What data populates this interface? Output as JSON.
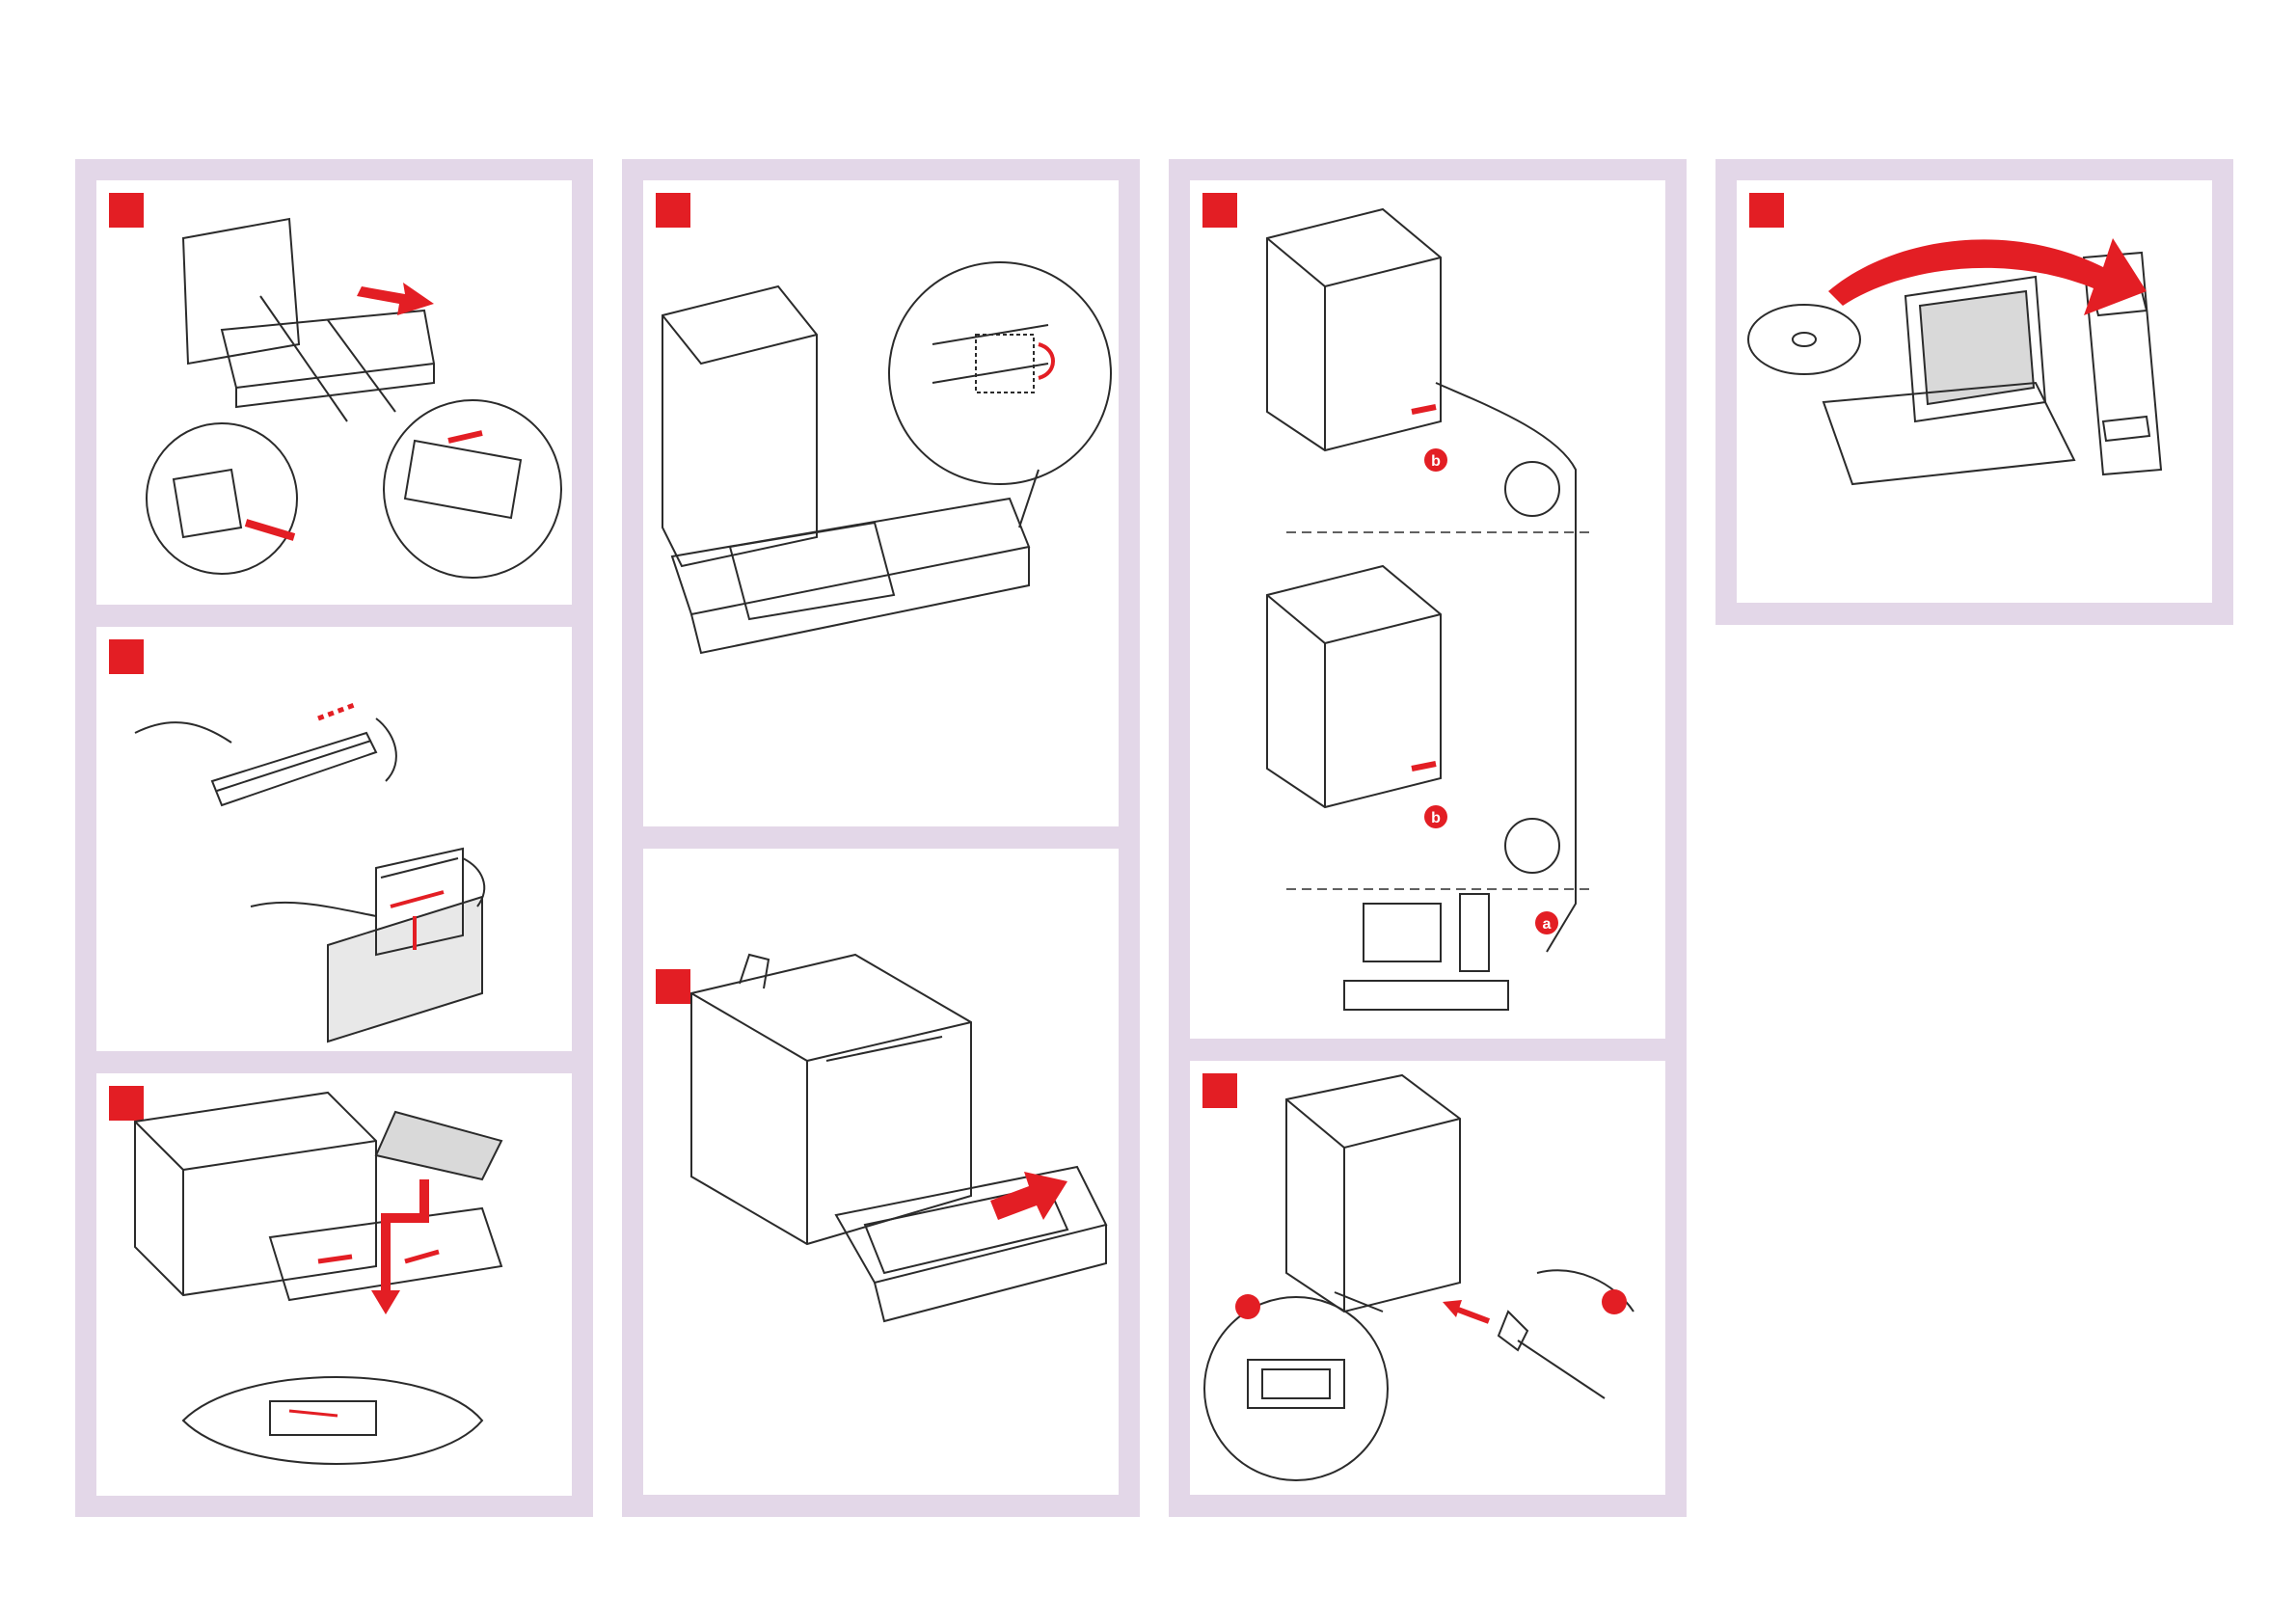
{
  "document": {
    "type": "printer setup quick guide (wordless illustrations)",
    "accent_color": "#e31e24",
    "frame_color": "#e3d7e8",
    "line_color": "#2b2b2b"
  },
  "columns": [
    {
      "panels": [
        {
          "id": "remove-tray",
          "icon": "printer-tray-guides-icon"
        },
        {
          "id": "fan-paper",
          "icon": "paper-stack-fan-icon"
        },
        {
          "id": "load-paper",
          "icon": "paper-load-tray-icon"
        }
      ]
    },
    {
      "panels": [
        {
          "id": "adjust-tray",
          "icon": "tray-roller-detail-icon"
        },
        {
          "id": "insert-tray",
          "icon": "push-tray-in-icon"
        }
      ]
    },
    {
      "panels": [
        {
          "id": "connect-cable",
          "icon": "network-usb-connection-icon",
          "callouts": {
            "port": "b",
            "computer": "a"
          }
        },
        {
          "id": "power-on",
          "icon": "power-switch-cord-icon"
        }
      ]
    },
    {
      "panels": [
        {
          "id": "install-software",
          "icon": "cd-to-computer-icon"
        }
      ]
    }
  ]
}
